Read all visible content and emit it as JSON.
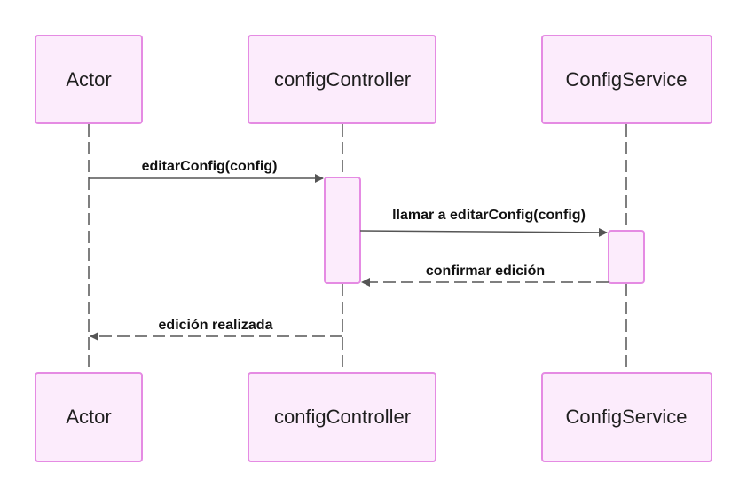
{
  "diagram": {
    "type": "sequence",
    "colors": {
      "box_fill": "#fcecfc",
      "box_stroke": "#e58be3",
      "lifeline": "#555555",
      "arrow": "#555555",
      "text": "#111111"
    },
    "participants": [
      {
        "id": "actor",
        "label": "Actor"
      },
      {
        "id": "controller",
        "label": "configController"
      },
      {
        "id": "service",
        "label": "ConfigService"
      }
    ],
    "messages": [
      {
        "from": "actor",
        "to": "controller",
        "label": "editarConfig(config)",
        "style": "solid"
      },
      {
        "from": "controller",
        "to": "service",
        "label": "llamar a editarConfig(config)",
        "style": "solid"
      },
      {
        "from": "service",
        "to": "controller",
        "label": "confirmar edición",
        "style": "dashed"
      },
      {
        "from": "controller",
        "to": "actor",
        "label": "edición realizada",
        "style": "dashed"
      }
    ],
    "activations": [
      {
        "participant": "controller",
        "from_message": 0,
        "to_message": 2
      },
      {
        "participant": "service",
        "from_message": 1,
        "to_message": 2
      }
    ]
  }
}
